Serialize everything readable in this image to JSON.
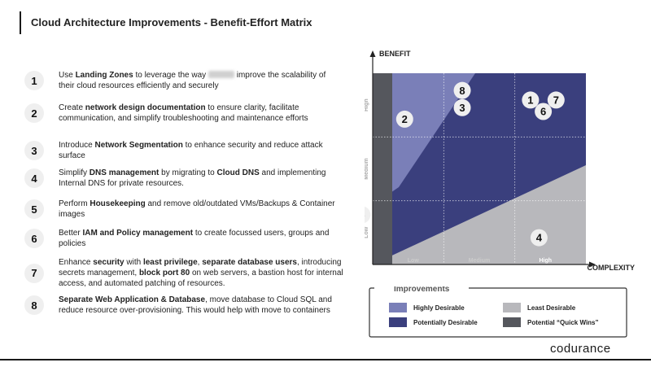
{
  "title": "Cloud Architecture Improvements - Benefit-Effort Matrix",
  "items": [
    {
      "num": "1",
      "parts": [
        {
          "t": "Use "
        },
        {
          "t": "Landing Zones",
          "b": true
        },
        {
          "t": " to leverage the way "
        },
        {
          "blur": true
        },
        {
          "t": " improve the scalability of their cloud resources efficiently and securely"
        }
      ]
    },
    {
      "num": "2",
      "parts": [
        {
          "t": "Create "
        },
        {
          "t": "network design documentation",
          "b": true
        },
        {
          "t": " to ensure clarity, facilitate communication, and simplify troubleshooting and maintenance efforts"
        }
      ]
    },
    {
      "num": "3",
      "parts": [
        {
          "t": "Introduce "
        },
        {
          "t": "Network Segmentation",
          "b": true
        },
        {
          "t": " to enhance security and reduce attack surface"
        }
      ]
    },
    {
      "num": "4",
      "parts": [
        {
          "t": "Simplify "
        },
        {
          "t": "DNS management",
          "b": true
        },
        {
          "t": " by migrating to "
        },
        {
          "t": "Cloud DNS",
          "b": true
        },
        {
          "t": " and implementing Internal DNS for private resources."
        }
      ]
    },
    {
      "num": "5",
      "parts": [
        {
          "t": "Perform "
        },
        {
          "t": "Housekeeping",
          "b": true
        },
        {
          "t": " and remove old/outdated VMs/Backups & Container images"
        }
      ]
    },
    {
      "num": "6",
      "parts": [
        {
          "t": "Better "
        },
        {
          "t": "IAM and Policy management",
          "b": true
        },
        {
          "t": " to create focussed users, groups and policies"
        }
      ]
    },
    {
      "num": "7",
      "parts": [
        {
          "t": "Enhance "
        },
        {
          "t": "security",
          "b": true
        },
        {
          "t": " with "
        },
        {
          "t": "least privilege",
          "b": true
        },
        {
          "t": ", "
        },
        {
          "t": "separate database users",
          "b": true
        },
        {
          "t": ", introducing secrets management, "
        },
        {
          "t": "block port 80",
          "b": true
        },
        {
          "t": " on web servers, a bastion host for internal access, and automated patching of resources."
        }
      ]
    },
    {
      "num": "8",
      "parts": [
        {
          "t": "Separate Web Application & Database",
          "b": true
        },
        {
          "t": ", move database to Cloud SQL and reduce resource over-provisioning. This would help with move to containers"
        }
      ]
    }
  ],
  "matrix": {
    "y_axis_label": "BENEFIT",
    "x_axis_label": "COMPLEXITY",
    "y_ticks": [
      "Low",
      "Medium",
      "High"
    ],
    "x_ticks": [
      "Low",
      "Medium",
      "High"
    ],
    "markers": [
      {
        "id": "1",
        "benefit": 0.86,
        "complexity": 0.74
      },
      {
        "id": "2",
        "benefit": 0.76,
        "complexity": 0.15
      },
      {
        "id": "3",
        "benefit": 0.82,
        "complexity": 0.42
      },
      {
        "id": "4",
        "benefit": 0.14,
        "complexity": 0.78
      },
      {
        "id": "5",
        "benefit": 0.26,
        "complexity": -0.05
      },
      {
        "id": "6",
        "benefit": 0.8,
        "complexity": 0.8
      },
      {
        "id": "7",
        "benefit": 0.86,
        "complexity": 0.86
      },
      {
        "id": "8",
        "benefit": 0.91,
        "complexity": 0.42
      }
    ],
    "colors": {
      "highly": "#7a7fb8",
      "potentially": "#3a3f7d",
      "least": "#b8b8bc",
      "quick": "#55575d"
    }
  },
  "legend": {
    "title": "Improvements",
    "entries": [
      {
        "label": "Highly Desirable",
        "color": "#7a7fb8"
      },
      {
        "label": "Least Desirable",
        "color": "#b8b8bc"
      },
      {
        "label": "Potentially Desirable",
        "color": "#3a3f7d"
      },
      {
        "label": "Potential “Quick Wins”",
        "color": "#55575d"
      }
    ]
  },
  "logo": "codurance"
}
